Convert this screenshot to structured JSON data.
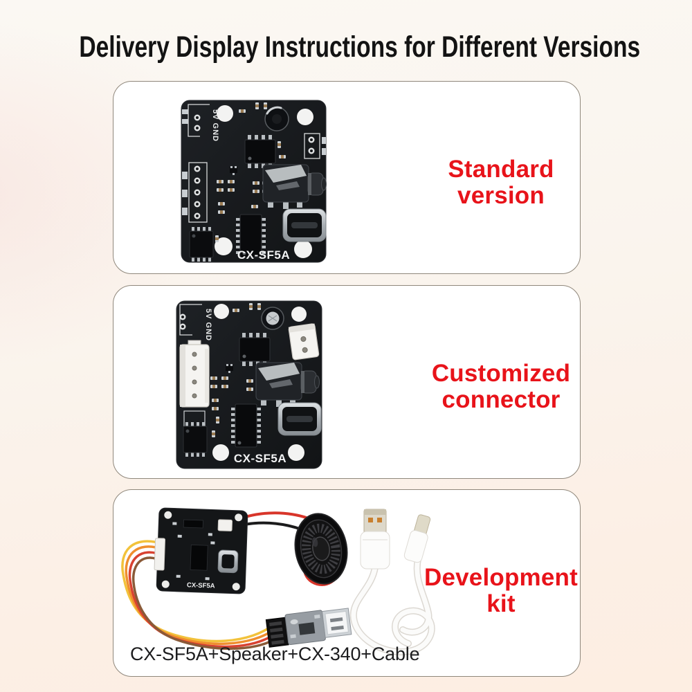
{
  "title": "Delivery Display Instructions for Different Versions",
  "cards": [
    {
      "label_line1": "Standard",
      "label_line2": "version",
      "pcb_silkscreen": "5V GND",
      "pcb_model": "CX-SF5A"
    },
    {
      "label_line1": "Customized",
      "label_line2": "connector",
      "pcb_silkscreen": "5V GND",
      "pcb_model": "CX-SF5A"
    },
    {
      "label_line1": "Development",
      "label_line2": "kit",
      "pcb_model": "CX-SF5A",
      "caption": "CX-SF5A+Speaker+CX-340+Cable"
    }
  ],
  "colors": {
    "accent_red": "#e8131a",
    "card_background": "#ffffff",
    "card_border": "#8f877b",
    "board_black": "#17191b",
    "background_top": "#fbf8f3",
    "background_bottom": "#fdeee2"
  }
}
